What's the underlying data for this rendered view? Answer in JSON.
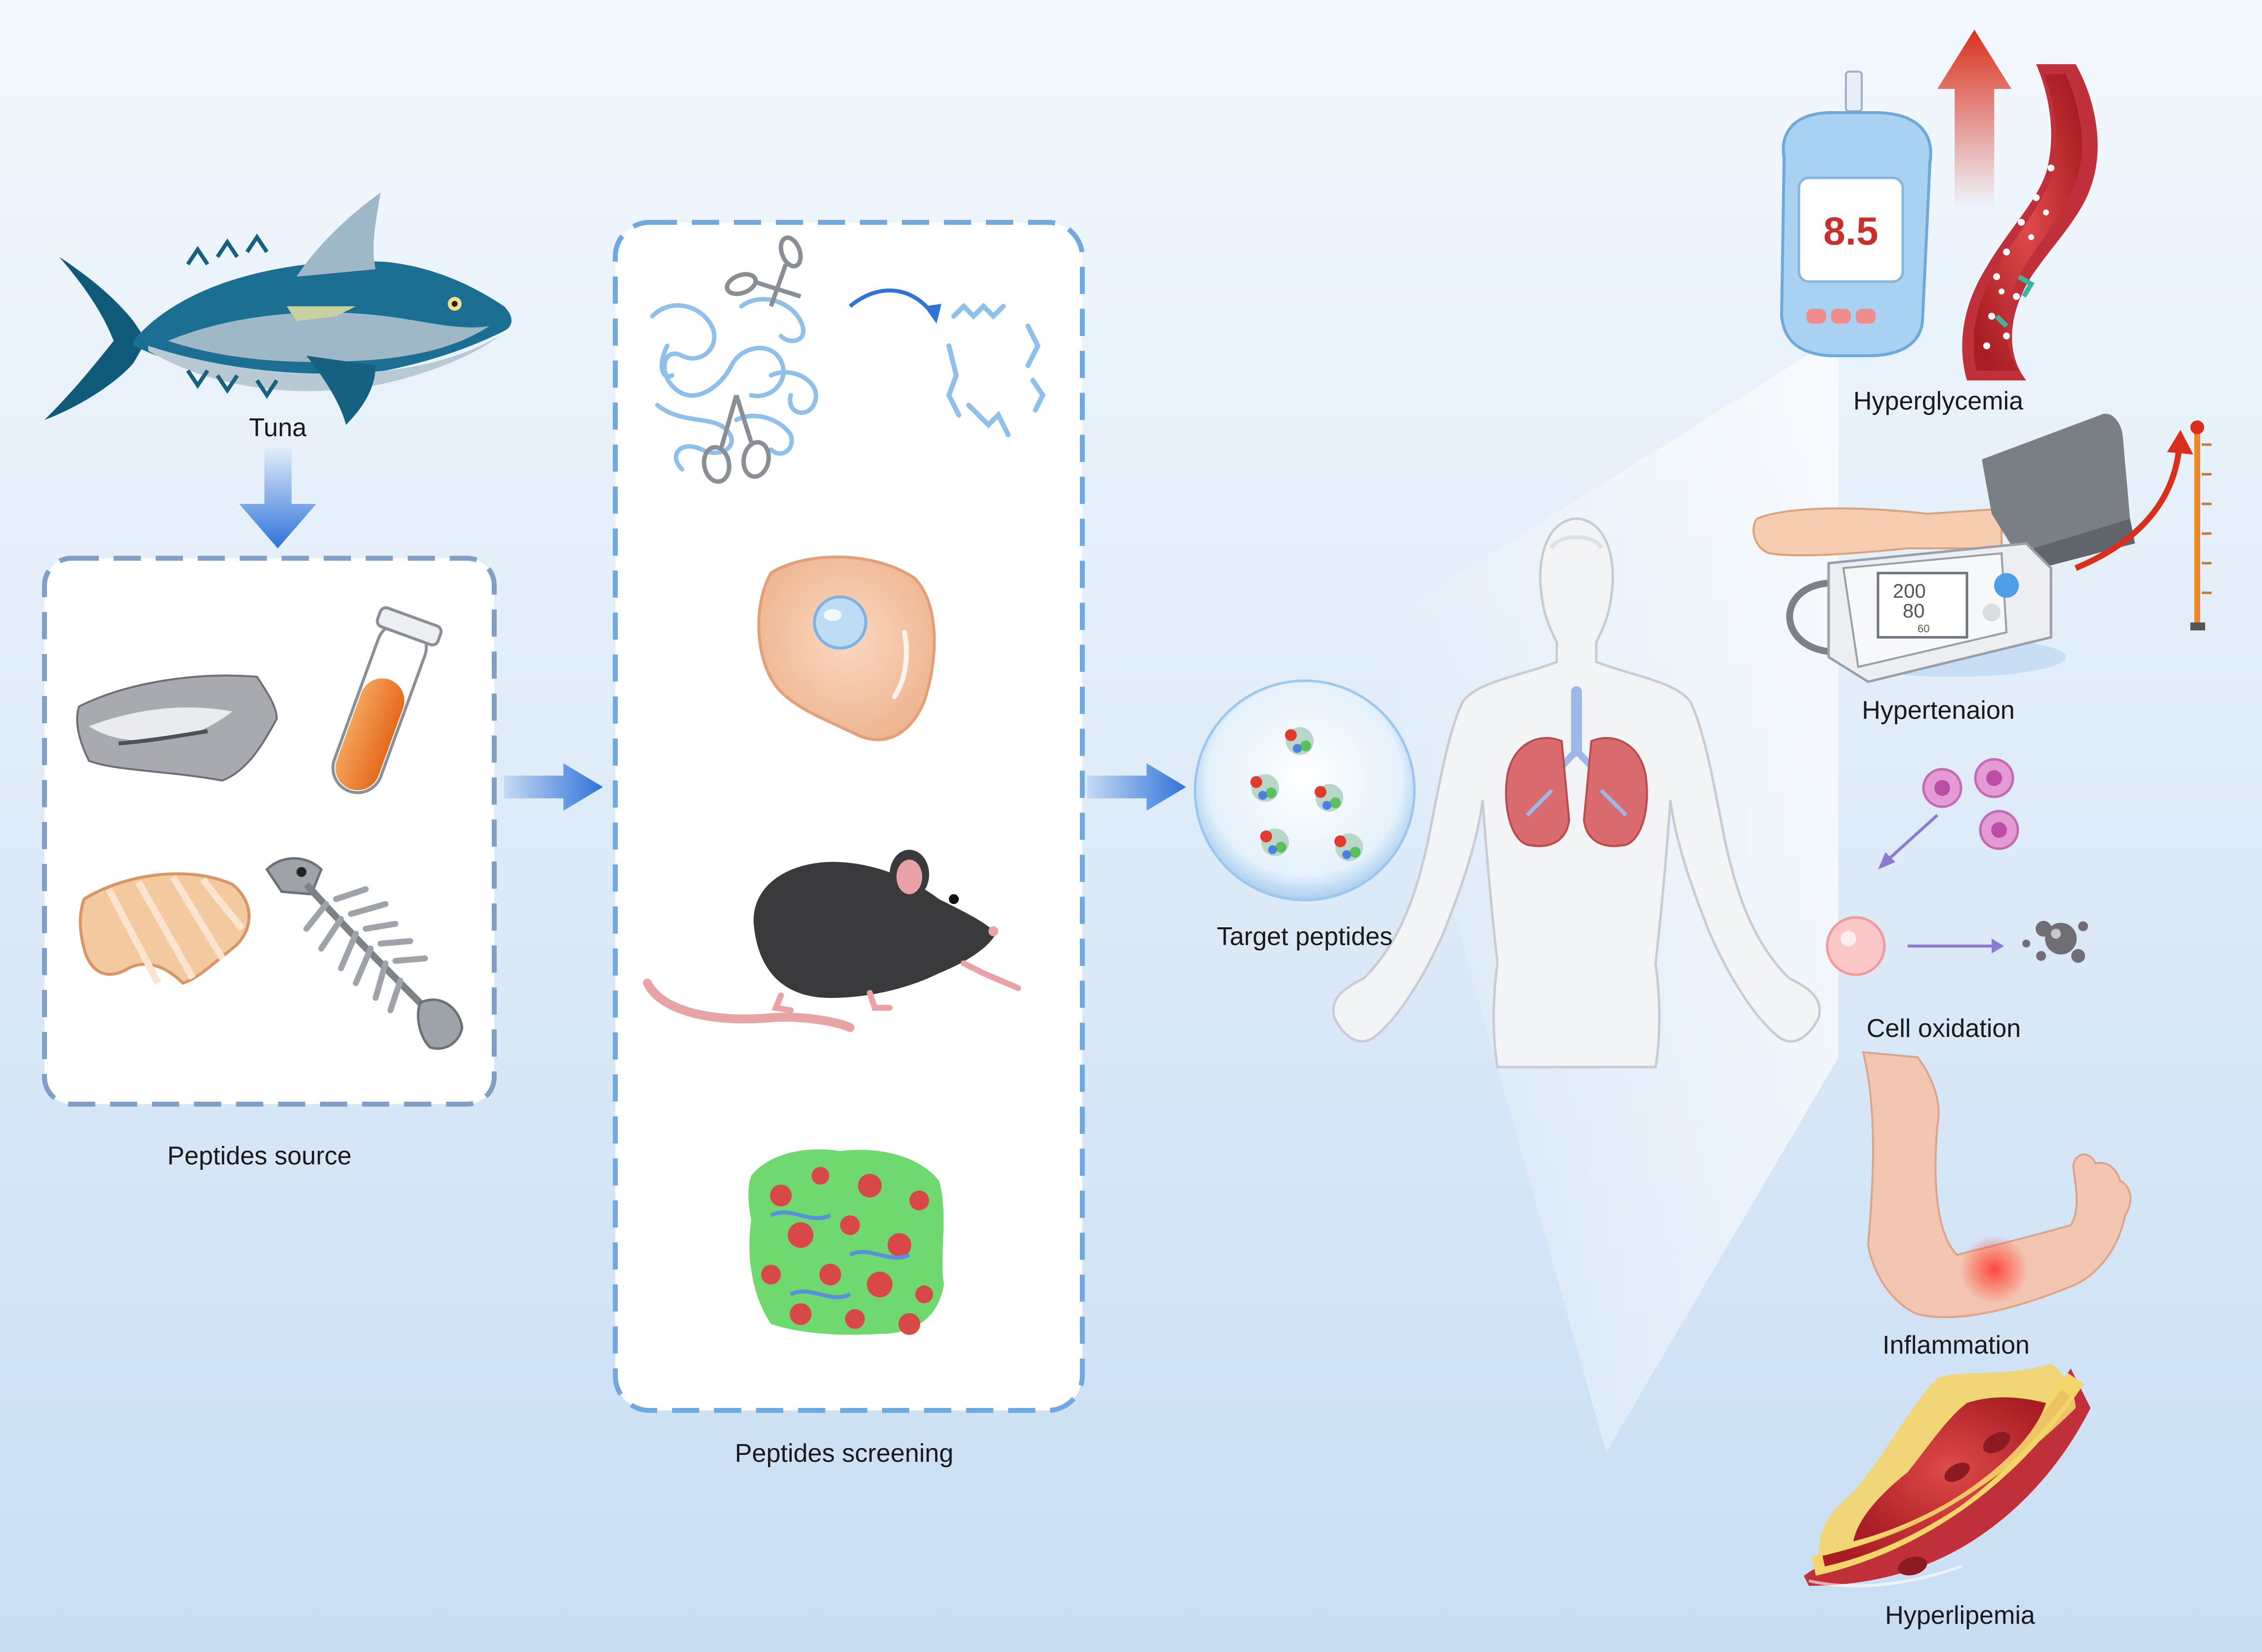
{
  "labels": {
    "tuna": "Tuna",
    "peptides_source": "Peptides source",
    "peptides_screening": "Peptides screening",
    "target_peptides": "Target peptides",
    "hyperglycemia": "Hyperglycemia",
    "hypertension": "Hypertenaion",
    "cell_oxidation": "Cell oxidation",
    "inflammation": "Inflammation",
    "hyperlipemia": "Hyperlipemia"
  },
  "glucometer": {
    "reading": "8.5"
  },
  "blood_pressure_monitor": {
    "systolic": "200",
    "diastolic": "80",
    "pulse": "60"
  },
  "colors": {
    "background_top": "#f3f8fd",
    "background_bottom": "#c9def3",
    "arrow_blue": "#2f73d9",
    "dashed_box_left": "#7f9fc6",
    "dashed_box_middle": "#6fa9e0",
    "up_arrow_red": "#d9301e"
  },
  "icons": [
    "tuna-fish-icon",
    "fish-skin-icon",
    "test-tube-icon",
    "fish-meat-icon",
    "fish-bone-icon",
    "protein-hydrolysis-icon",
    "scissors-icon",
    "cell-icon",
    "mouse-icon",
    "protein-structure-icon",
    "peptide-sphere-icon",
    "human-body-icon",
    "lungs-icon",
    "glucometer-icon",
    "blood-vessel-icon",
    "blood-pressure-monitor-icon",
    "thermometer-icon",
    "cells-icon",
    "arm-icon",
    "artery-plaque-icon"
  ]
}
